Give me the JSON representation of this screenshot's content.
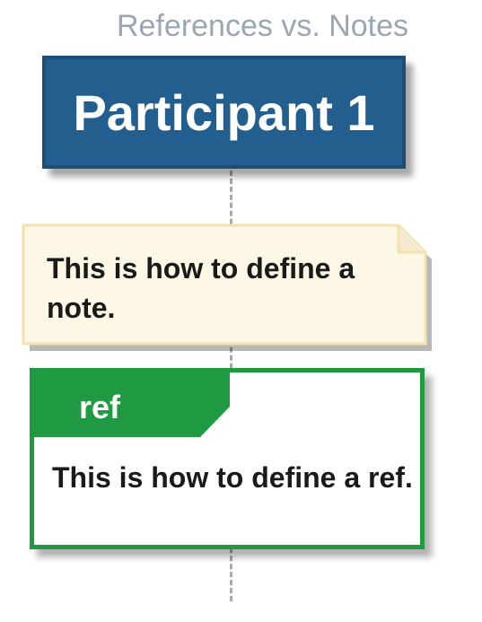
{
  "diagram": {
    "title": "References vs. Notes",
    "participant": {
      "label": "Participant 1"
    },
    "note": {
      "text": "This is how to define a note."
    },
    "ref": {
      "tag": "ref",
      "text": "This is how to define a ref."
    }
  },
  "colors": {
    "title": "#9aa6b4",
    "participant_fill": "#235f8e",
    "participant_border": "#1b4f78",
    "note_fill": "#fdf7e6",
    "note_border": "#f3e2ae",
    "ref_border": "#1f9a42",
    "ref_tag_fill": "#1f9a42",
    "lifeline": "#a8a8a8"
  }
}
